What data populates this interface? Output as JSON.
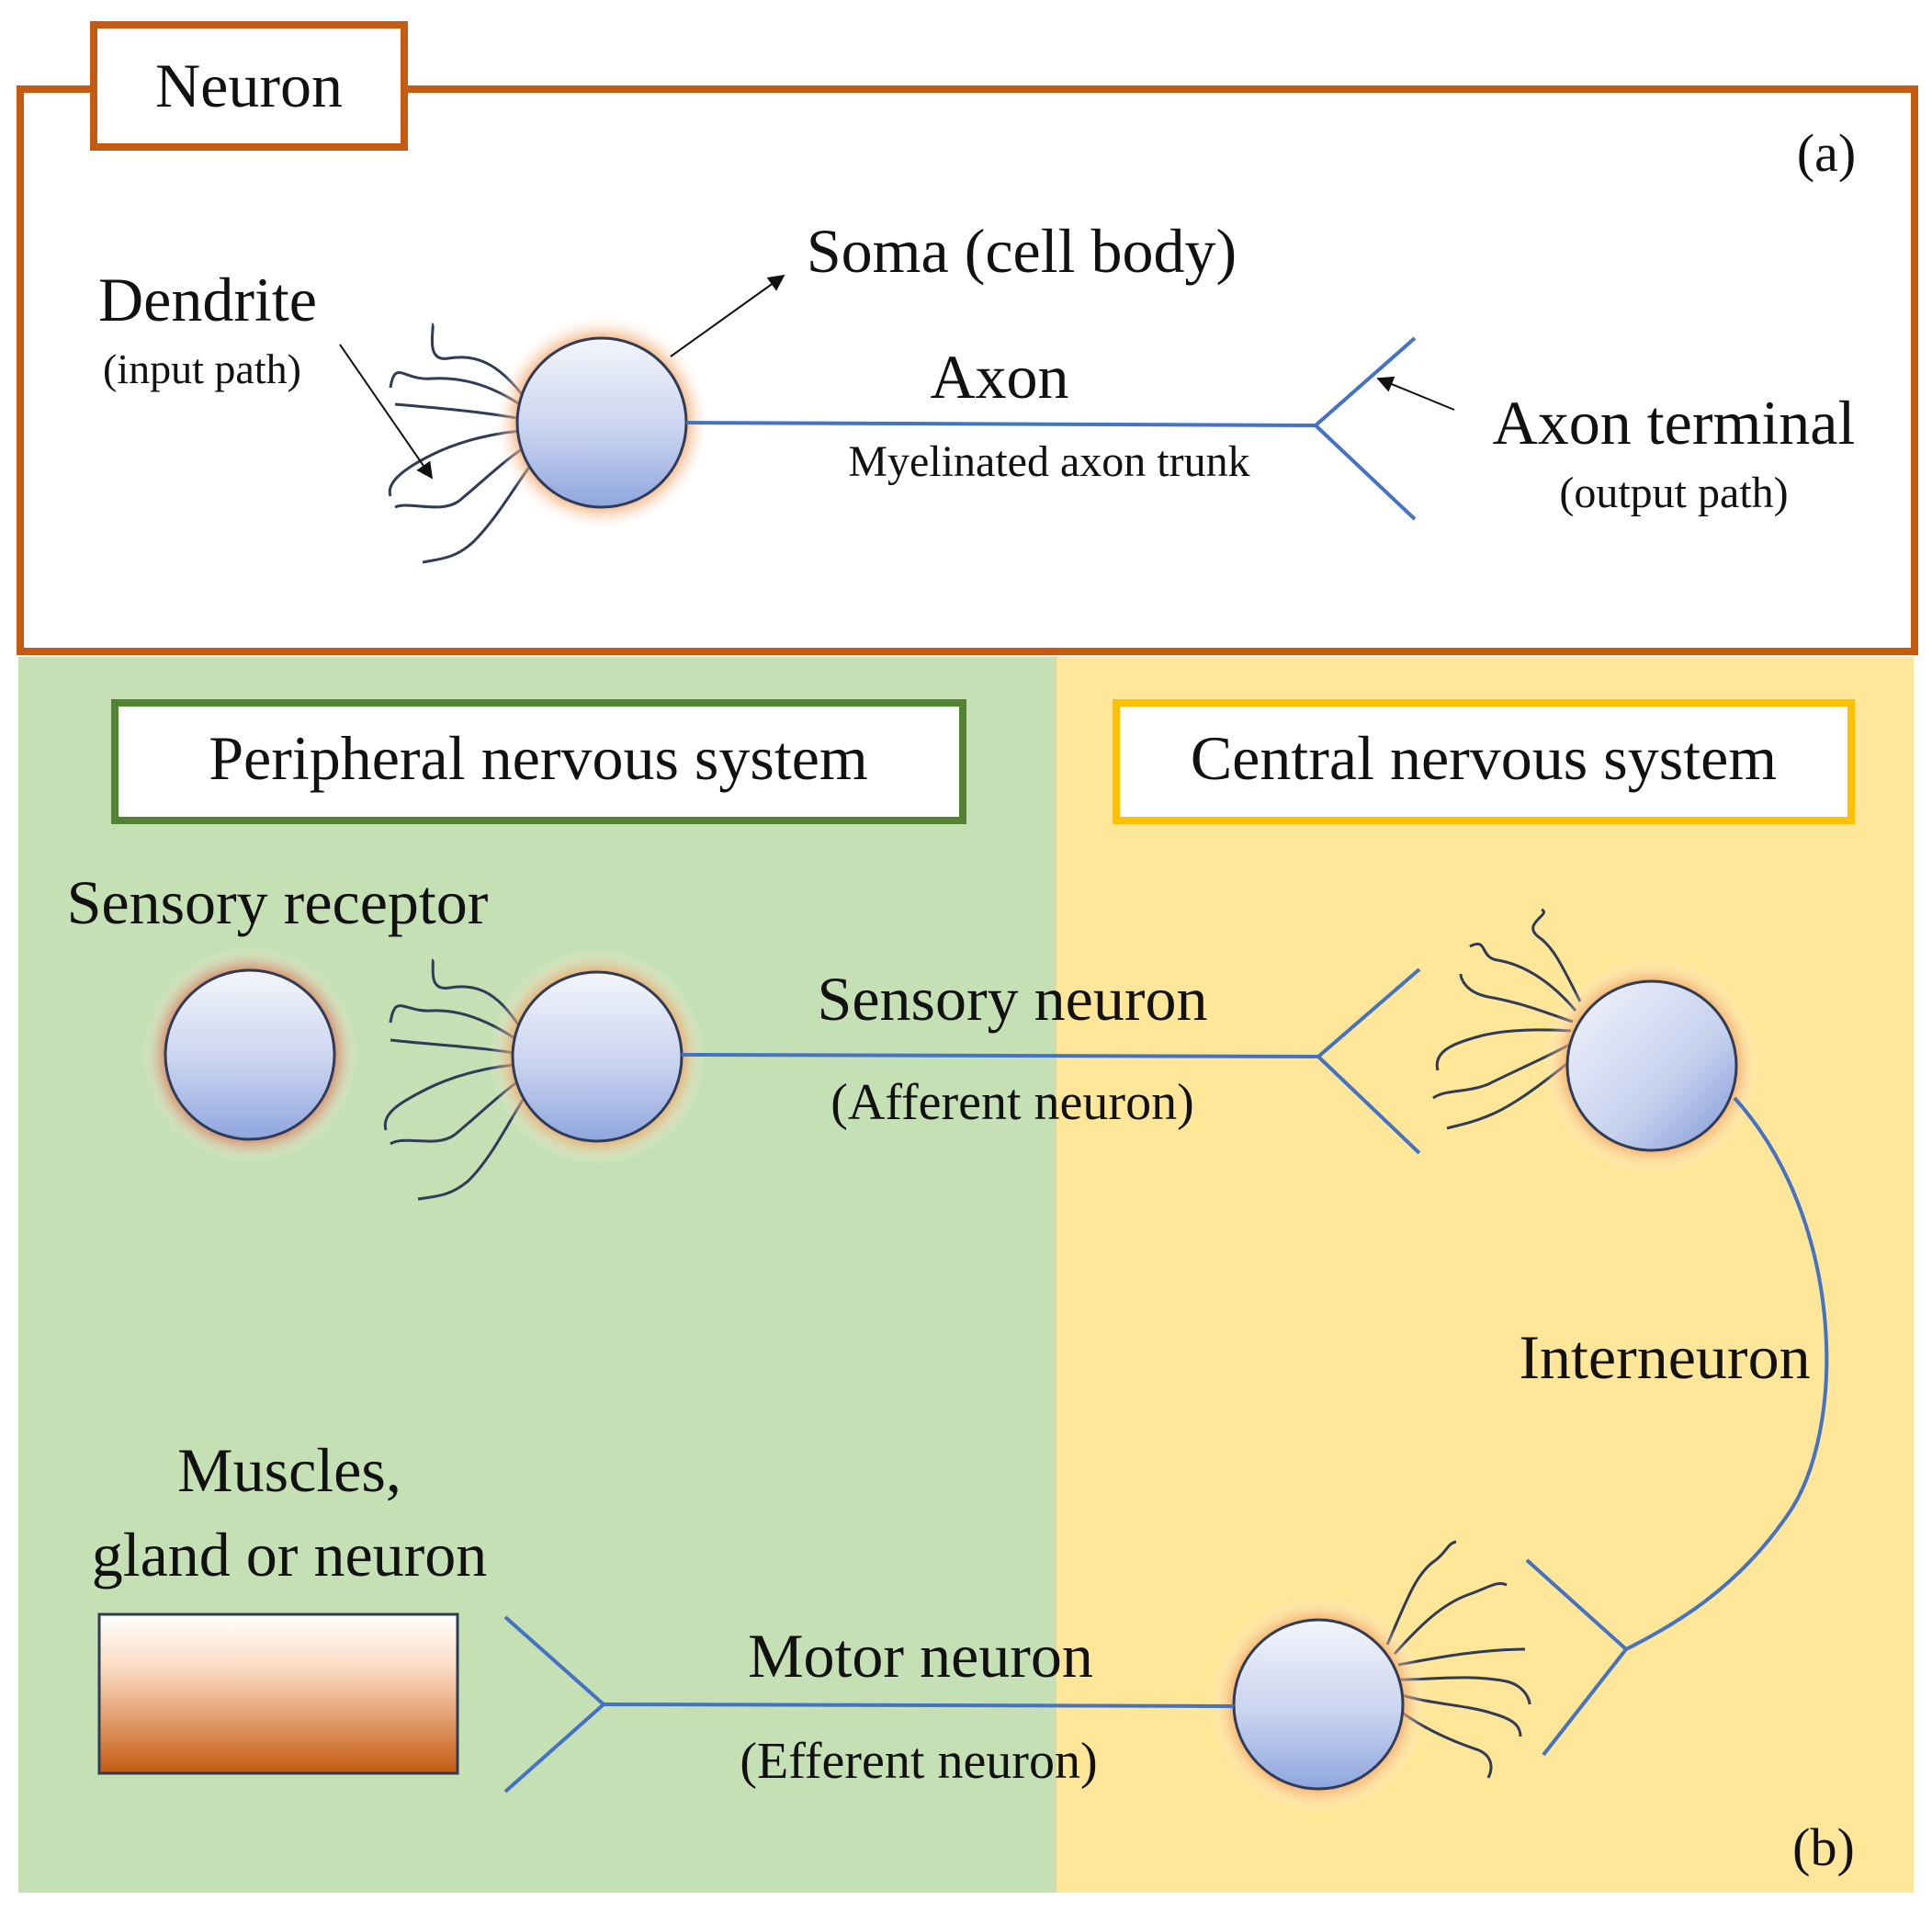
{
  "panel_a": {
    "title": "Neuron",
    "label": "(a)",
    "dendrite_label": "Dendrite",
    "dendrite_sub": "(input path)",
    "soma_label": "Soma (cell body)",
    "axon_label": "Axon",
    "axon_sub": "Myelinated axon trunk",
    "terminal_label": "Axon terminal",
    "terminal_sub": "(output path)"
  },
  "panel_b": {
    "label": "(b)",
    "pns_title": "Peripheral nervous system",
    "cns_title": "Central nervous system",
    "sensory_receptor": "Sensory receptor",
    "sensory_neuron": "Sensory neuron",
    "afferent": "(Afferent neuron)",
    "interneuron": "Interneuron",
    "muscles_line1": "Muscles,",
    "muscles_line2": "gland or neuron",
    "motor_neuron": "Motor neuron",
    "efferent": "(Efferent neuron)"
  },
  "colors": {
    "frame_a": "#c55a11",
    "pns_bg": "#c5e0b4",
    "pns_border": "#548235",
    "cns_bg": "#ffe699",
    "cns_border": "#ffc000",
    "axon": "#4472c4",
    "dendrite": "#2f3b57"
  }
}
